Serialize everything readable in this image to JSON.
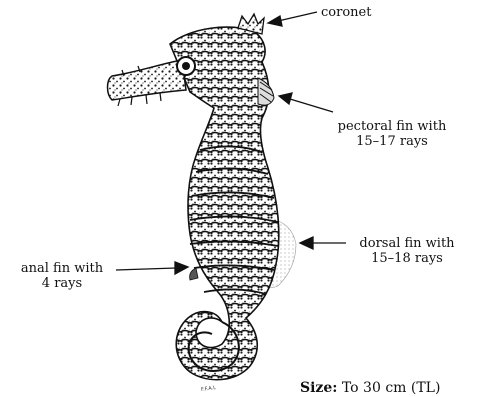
{
  "labels": {
    "coronet": "coronet",
    "pectoral_line1": "pectoral fin with",
    "pectoral_line2": "15–17 rays",
    "dorsal_line1": "dorsal fin with",
    "dorsal_line2": "15–18 rays",
    "anal_line1": "anal fin with",
    "anal_line2": "4 rays"
  },
  "size_note": {
    "key": "Size:",
    "value": "To 30 cm (TL)"
  },
  "artist_signature": "F.F.A.L"
}
